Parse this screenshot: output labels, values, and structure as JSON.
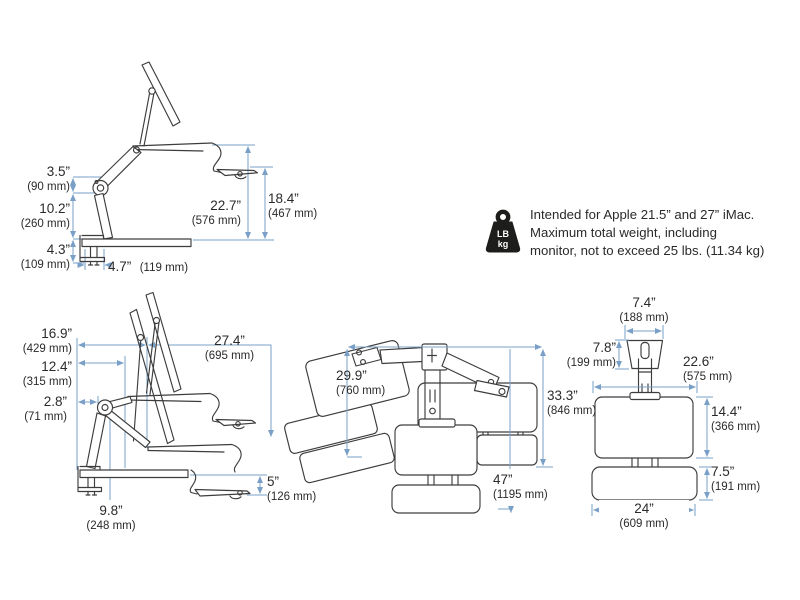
{
  "colors": {
    "dimension_line": "#7aa0c8",
    "artwork_line": "#3d3d3d",
    "text": "#2b2a29",
    "icon_fill": "#1d1d1b"
  },
  "note": {
    "line1": "Intended for Apple 21.5” and 27” iMac.",
    "line2": "Maximum total weight, including",
    "line3": "monitor, not to exceed 25 lbs. (11.34 kg)",
    "icon_lb": "LB",
    "icon_kg": "kg"
  },
  "dimensions": {
    "side_raised": [
      {
        "id": "lift-height",
        "inches": "3.5”",
        "mm": "(90 mm)"
      },
      {
        "id": "riser-height",
        "inches": "10.2”",
        "mm": "(260 mm)"
      },
      {
        "id": "clamp-height",
        "inches": "4.3”",
        "mm": "(109 mm)"
      },
      {
        "id": "clamp-depth",
        "inches": "4.7”",
        "mm": "(119 mm)"
      },
      {
        "id": "surface-height",
        "inches": "22.7”",
        "mm": "(576 mm)"
      },
      {
        "id": "tray-height",
        "inches": "18.4”",
        "mm": "(467 mm)"
      }
    ],
    "side_range": [
      {
        "id": "setback-upper",
        "inches": "16.9”",
        "mm": "(429 mm)"
      },
      {
        "id": "setback-mid",
        "inches": "12.4”",
        "mm": "(315 mm)"
      },
      {
        "id": "pivot-offset",
        "inches": "2.8”",
        "mm": "(71 mm)"
      },
      {
        "id": "pivot-depth",
        "inches": "9.8”",
        "mm": "(248 mm)"
      },
      {
        "id": "forward-reach",
        "inches": "27.4”",
        "mm": "(695 mm)"
      },
      {
        "id": "tray-drop",
        "inches": "5”",
        "mm": "(126 mm)"
      }
    ],
    "top_swung": [
      {
        "id": "swing-width",
        "inches": "29.9”",
        "mm": "(760 mm)"
      },
      {
        "id": "depth-total",
        "inches": "33.3”",
        "mm": "(846 mm)"
      },
      {
        "id": "width-total",
        "inches": "47”",
        "mm": "(1195 mm)"
      }
    ],
    "front_view": [
      {
        "id": "foot-width",
        "inches": "7.4”",
        "mm": "(188 mm)"
      },
      {
        "id": "foot-depth",
        "inches": "7.8”",
        "mm": "(199 mm)"
      },
      {
        "id": "surface-width",
        "inches": "22.6”",
        "mm": "(575 mm)"
      },
      {
        "id": "surface-depth",
        "inches": "14.4”",
        "mm": "(366 mm)"
      },
      {
        "id": "tray-depth",
        "inches": "7.5”",
        "mm": "(191 mm)"
      },
      {
        "id": "tray-width",
        "inches": "24”",
        "mm": "(609 mm)"
      }
    ]
  }
}
